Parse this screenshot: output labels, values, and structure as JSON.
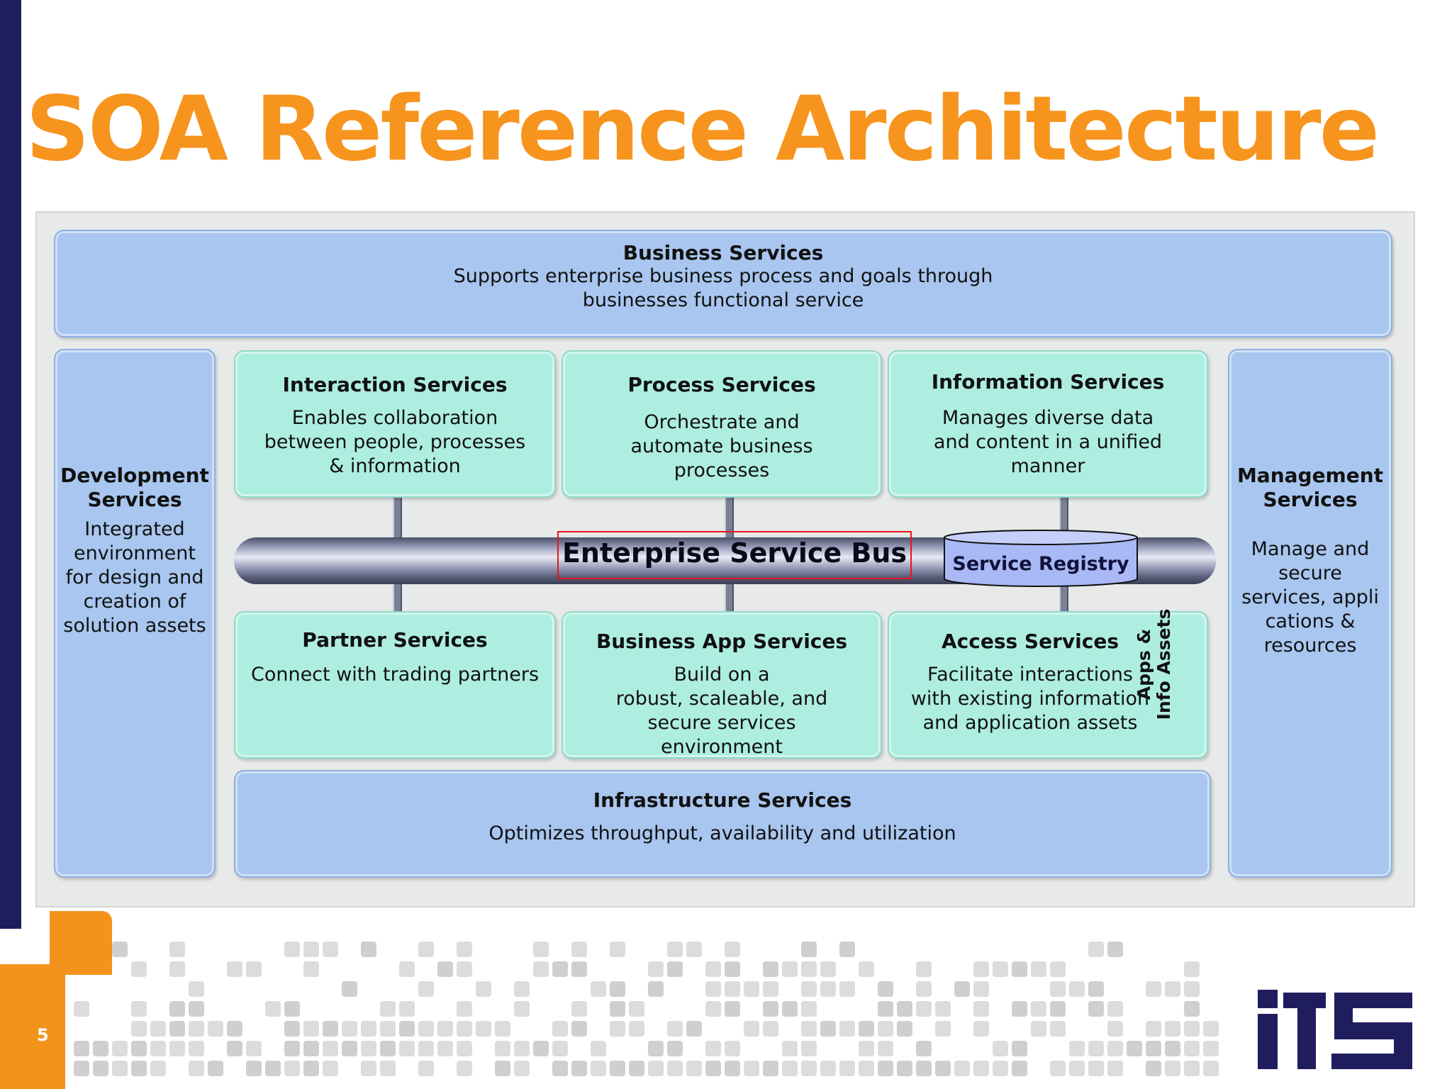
{
  "slide": {
    "title": "SOA Reference Architecture",
    "page_number": "5",
    "logo_text": "iTS"
  },
  "colors": {
    "title": "#f7941d",
    "left_bar": "#1f1d5e",
    "accent_orange": "#f4931c",
    "blue_box": "#a8c6ef",
    "teal_box": "#aeeee1",
    "bus_highlight": "#e8141b",
    "logo": "#1f1d5e"
  },
  "diagram": {
    "business_services": {
      "title": "Business Services",
      "desc_line1": "Supports enterprise business process and goals through",
      "desc_line2": "businesses functional service"
    },
    "development_services": {
      "title_line1": "Development",
      "title_line2": "Services",
      "desc_lines": [
        "Integrated",
        "environment",
        "for design and",
        "creation of",
        "solution assets"
      ]
    },
    "management_services": {
      "title_line1": "Management",
      "title_line2": "Services",
      "desc_lines": [
        "Manage and",
        "secure",
        "services, appli",
        "cations &",
        "resources"
      ]
    },
    "interaction_services": {
      "title": "Interaction Services",
      "desc_lines": [
        "Enables collaboration",
        "between people, processes",
        "& information"
      ]
    },
    "process_services": {
      "title": "Process Services",
      "desc_lines": [
        "Orchestrate and",
        "automate business",
        "processes"
      ]
    },
    "information_services": {
      "title": "Information Services",
      "desc_lines": [
        "Manages diverse data",
        "and content in a unified",
        "manner"
      ]
    },
    "enterprise_service_bus": {
      "label": "Enterprise Service Bus"
    },
    "service_registry": {
      "label": "Service Registry"
    },
    "partner_services": {
      "title": "Partner Services",
      "desc_lines": [
        "Connect with trading partners"
      ]
    },
    "business_app_services": {
      "title": "Business App Services",
      "desc_lines": [
        "Build on a",
        "robust, scaleable, and",
        "secure services",
        "environment"
      ]
    },
    "access_services": {
      "title": "Access Services",
      "desc_lines": [
        "Facilitate interactions",
        "with existing information",
        "and application assets"
      ]
    },
    "apps_info_assets": {
      "line1": "Apps &",
      "line2": "Info Assets"
    },
    "infrastructure_services": {
      "title": "Infrastructure Services",
      "desc": "Optimizes throughput, availability and utilization"
    }
  }
}
